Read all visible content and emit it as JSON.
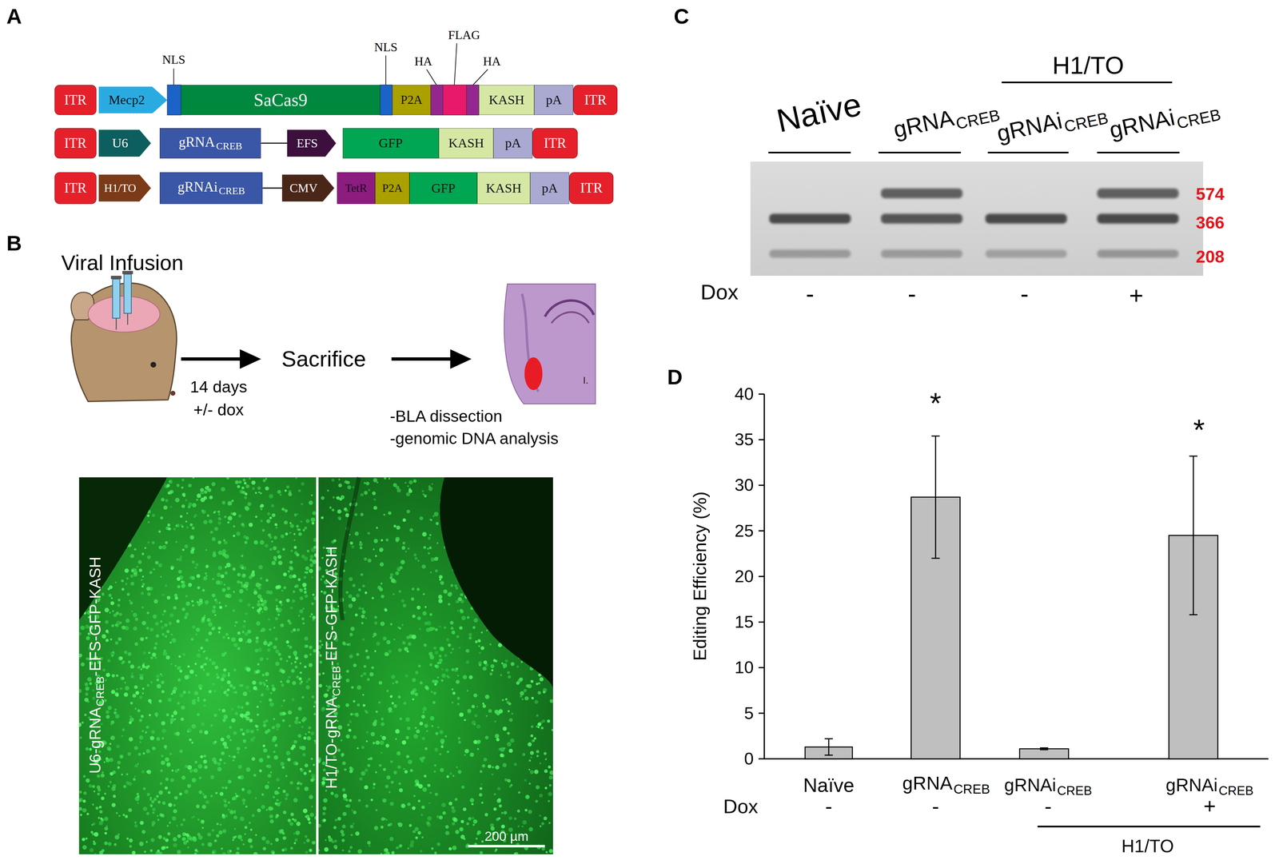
{
  "diagram": {
    "nodes": [
      {
        "text": [
          "ITR"
        ]
      },
      {
        "text": [
          "Mecp2"
        ]
      },
      {
        "text": [
          "SaCas9"
        ]
      },
      {
        "text": [
          "P2A"
        ]
      },
      {
        "text": [
          "KASH"
        ]
      },
      {
        "text": [
          "pA"
        ]
      },
      {
        "text": [
          "ITR"
        ]
      },
      {
        "text": [
          "ITR"
        ]
      },
      {
        "text": [
          "U6"
        ]
      },
      {
        "text": [
          "gRNA",
          "CREB"
        ]
      },
      {
        "text": [
          "EFS"
        ]
      },
      {
        "text": [
          "GFP"
        ]
      },
      {
        "text": [
          "KASH"
        ]
      },
      {
        "text": [
          "pA"
        ]
      },
      {
        "text": [
          "ITR"
        ]
      },
      {
        "text": [
          "ITR"
        ]
      },
      {
        "text": [
          "H1/TO"
        ]
      },
      {
        "text": [
          "gRNAi",
          "CREB"
        ]
      },
      {
        "text": [
          "CMV"
        ]
      },
      {
        "text": [
          "TetR"
        ]
      },
      {
        "text": [
          "P2A"
        ]
      },
      {
        "text": [
          "GFP"
        ]
      },
      {
        "text": [
          "KASH"
        ]
      },
      {
        "text": [
          "pA"
        ]
      },
      {
        "text": [
          "ITR"
        ]
      }
    ],
    "edges": [
      {
        "from": 9,
        "to": 10,
        "arrow": "none"
      },
      {
        "from": 17,
        "to": 18,
        "arrow": "none"
      }
    ],
    "labels": [
      "A",
      "NLS",
      "NLS",
      "HA",
      "FLAG",
      "HA",
      "B",
      "Viral Infusion",
      "14 days",
      "+/- dox",
      "Sacrifice",
      "-BLA dissection",
      "-genomic DNA analysis",
      "I.",
      "U6-gRNA",
      "CREB",
      "-EFS-GFP-KASH",
      "H1/TO-gRNA",
      "CREB",
      "-EFS-GFP-KASH",
      "200 µm",
      "C",
      "H1/TO",
      "Naïve",
      "gRNA",
      "CREB",
      "gRNAi",
      "CREB",
      "gRNAi",
      "CREB",
      "574",
      "366",
      "208",
      "Dox",
      "-",
      "-",
      "-",
      "+",
      "D",
      "40",
      "35",
      "30",
      "25",
      "20",
      "15",
      "10",
      "5",
      "0",
      "Editing Efficiency (%)",
      "*",
      "*",
      "Naïve",
      "gRNA",
      "CREB",
      "gRNAi",
      "CREB",
      "gRNAi",
      "CREB",
      "Dox",
      "-",
      "-",
      "-",
      "+",
      "H1/TO"
    ]
  }
}
